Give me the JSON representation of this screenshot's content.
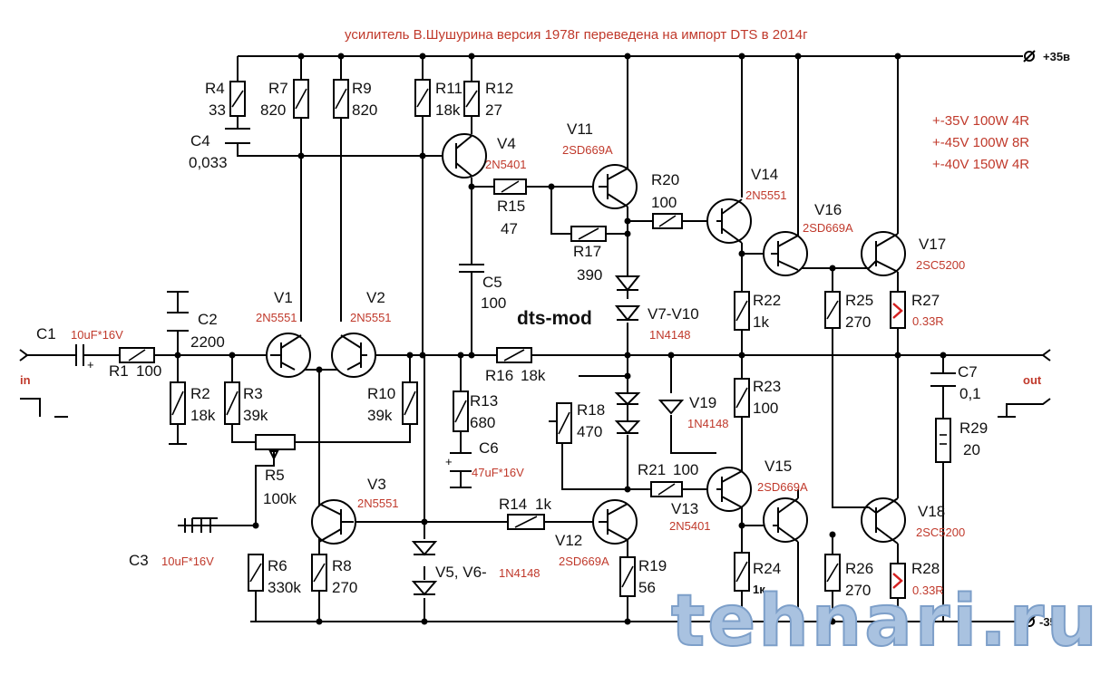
{
  "title": "усилитель В.Шушурина  версия 1978г переведена на импорт DTS в 2014г",
  "rails": {
    "pos": "+35в",
    "neg": "-35в"
  },
  "specs": [
    "+-35V 100W 4R",
    "+-45V 100W 8R",
    "+-40V 150W 4R"
  ],
  "terminals": {
    "in": "in",
    "out": "out"
  },
  "mod_label": "dts-mod",
  "watermark": "tehnari.ru",
  "components": {
    "R4": {
      "name": "R4",
      "value": "33"
    },
    "R7": {
      "name": "R7",
      "value": "820"
    },
    "R9": {
      "name": "R9",
      "value": "820"
    },
    "R11": {
      "name": "R11",
      "value": "18k"
    },
    "R12": {
      "name": "R12",
      "value": "27"
    },
    "C4": {
      "name": "C4",
      "value": "0,033"
    },
    "V4": {
      "name": "V4",
      "part": "2N5401"
    },
    "V11": {
      "name": "V11",
      "part": "2SD669A"
    },
    "R15": {
      "name": "R15",
      "value": "47"
    },
    "R20": {
      "name": "R20",
      "value": "100"
    },
    "V14": {
      "name": "V14",
      "part": "2N5551"
    },
    "V16": {
      "name": "V16",
      "part": "2SD669A"
    },
    "V17": {
      "name": "V17",
      "part": "2SC5200"
    },
    "R17": {
      "name": "R17",
      "value": "390"
    },
    "C5": {
      "name": "C5",
      "value": "100"
    },
    "C1": {
      "name": "C1",
      "part": "10uF*16V"
    },
    "R1": {
      "name": "R1",
      "value": "100"
    },
    "C2": {
      "name": "C2",
      "value": "2200"
    },
    "V1": {
      "name": "V1",
      "part": "2N5551"
    },
    "V2": {
      "name": "V2",
      "part": "2N5551"
    },
    "V7V10": {
      "name": "V7-V10",
      "part": "1N4148"
    },
    "R22": {
      "name": "R22",
      "value": "1k"
    },
    "R25": {
      "name": "R25",
      "value": "270"
    },
    "R27": {
      "name": "R27",
      "part": "0.33R"
    },
    "R16": {
      "name": "R16",
      "value": "18k"
    },
    "R2": {
      "name": "R2",
      "value": "18k"
    },
    "R3": {
      "name": "R3",
      "value": "39k"
    },
    "R10": {
      "name": "R10",
      "value": "39k"
    },
    "R13": {
      "name": "R13",
      "value": "680"
    },
    "R18": {
      "name": "R18",
      "value": "470"
    },
    "V19": {
      "name": "V19",
      "part": "1N4148"
    },
    "R23": {
      "name": "R23",
      "value": "100"
    },
    "C7": {
      "name": "C7",
      "value": "0,1"
    },
    "R29": {
      "name": "R29",
      "value": "20"
    },
    "C6": {
      "name": "C6",
      "part": "47uF*16V"
    },
    "R5": {
      "name": "R5",
      "value": "100k"
    },
    "V3": {
      "name": "V3",
      "part": "2N5551"
    },
    "R21": {
      "name": "R21",
      "value": "100"
    },
    "V15": {
      "name": "V15",
      "part": "2SD669A"
    },
    "V13": {
      "name": "V13",
      "part": "2N5401"
    },
    "R14": {
      "name": "R14",
      "value": "1k"
    },
    "V12": {
      "name": "V12",
      "part": "2SD669A"
    },
    "V18": {
      "name": "V18",
      "part": "2SC5200"
    },
    "C3": {
      "name": "C3",
      "part": "10uF*16V"
    },
    "R6": {
      "name": "R6",
      "value": "330k"
    },
    "R8": {
      "name": "R8",
      "value": "270"
    },
    "V5V6": {
      "name": "V5, V6-",
      "part": "1N4148"
    },
    "R19": {
      "name": "R19",
      "value": "56"
    },
    "R24": {
      "name": "R24",
      "value": "1к"
    },
    "R26": {
      "name": "R26",
      "value": "270"
    },
    "R28": {
      "name": "R28",
      "part": "0.33R"
    }
  }
}
